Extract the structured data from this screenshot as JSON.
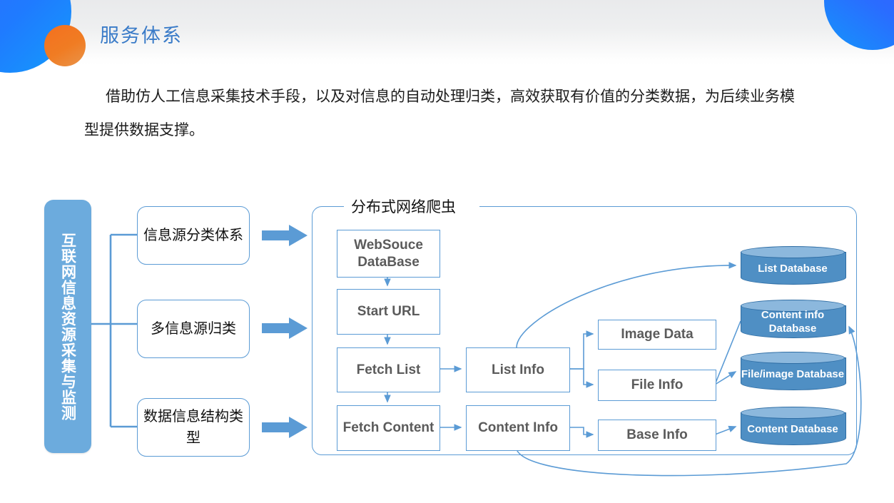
{
  "header": {
    "title": "服务体系",
    "title_color": "#3a7bc8",
    "decor": {
      "blue_left": "blue-circle-decoration",
      "orange": "orange-circle-decoration",
      "blue_right": "blue-circle-decoration"
    }
  },
  "intro": {
    "paragraph": "借助仿人工信息采集技术手段，以及对信息的自动处理归类，高效获取有价值的分类数据，为后续业务模型提供数据支撑。"
  },
  "diagram": {
    "vertical_bar": {
      "label": "互联网信息资源采集与监测",
      "fill": "#6cabdd"
    },
    "category_boxes": [
      {
        "label": "信息源分类体系"
      },
      {
        "label": "多信息源归类"
      },
      {
        "label": "数据信息结构类型"
      }
    ],
    "arrows": [
      {
        "name": "arrow-1"
      },
      {
        "name": "arrow-2"
      },
      {
        "name": "arrow-3"
      }
    ],
    "group": {
      "label": "分布式网络爬虫",
      "border_color": "#5b9bd5"
    },
    "flow_boxes": [
      {
        "id": "websouce",
        "label": "WebSouce DataBase"
      },
      {
        "id": "starturl",
        "label": "Start URL"
      },
      {
        "id": "fetchlist",
        "label": "Fetch List"
      },
      {
        "id": "fetchcontent",
        "label": "Fetch Content"
      },
      {
        "id": "listinfo",
        "label": "List Info"
      },
      {
        "id": "contentinfo",
        "label": "Content Info"
      },
      {
        "id": "imagedata",
        "label": "Image Data"
      },
      {
        "id": "fileinfo",
        "label": "File Info"
      },
      {
        "id": "baseinfo",
        "label": "Base Info"
      }
    ],
    "databases": [
      {
        "id": "list",
        "label": "List Database"
      },
      {
        "id": "contentinfo",
        "label": "Content info Database"
      },
      {
        "id": "fileimage",
        "label": "File/image Database"
      },
      {
        "id": "content",
        "label": "Content Database"
      }
    ],
    "colors": {
      "accent_line": "#5b9bd5",
      "arrow_fill": "#5b9bd5",
      "db_body": "#4f8fc4",
      "db_top": "#8cb8dd",
      "db_stroke": "#2e6da4",
      "box_text": "#5b5b5b"
    }
  }
}
